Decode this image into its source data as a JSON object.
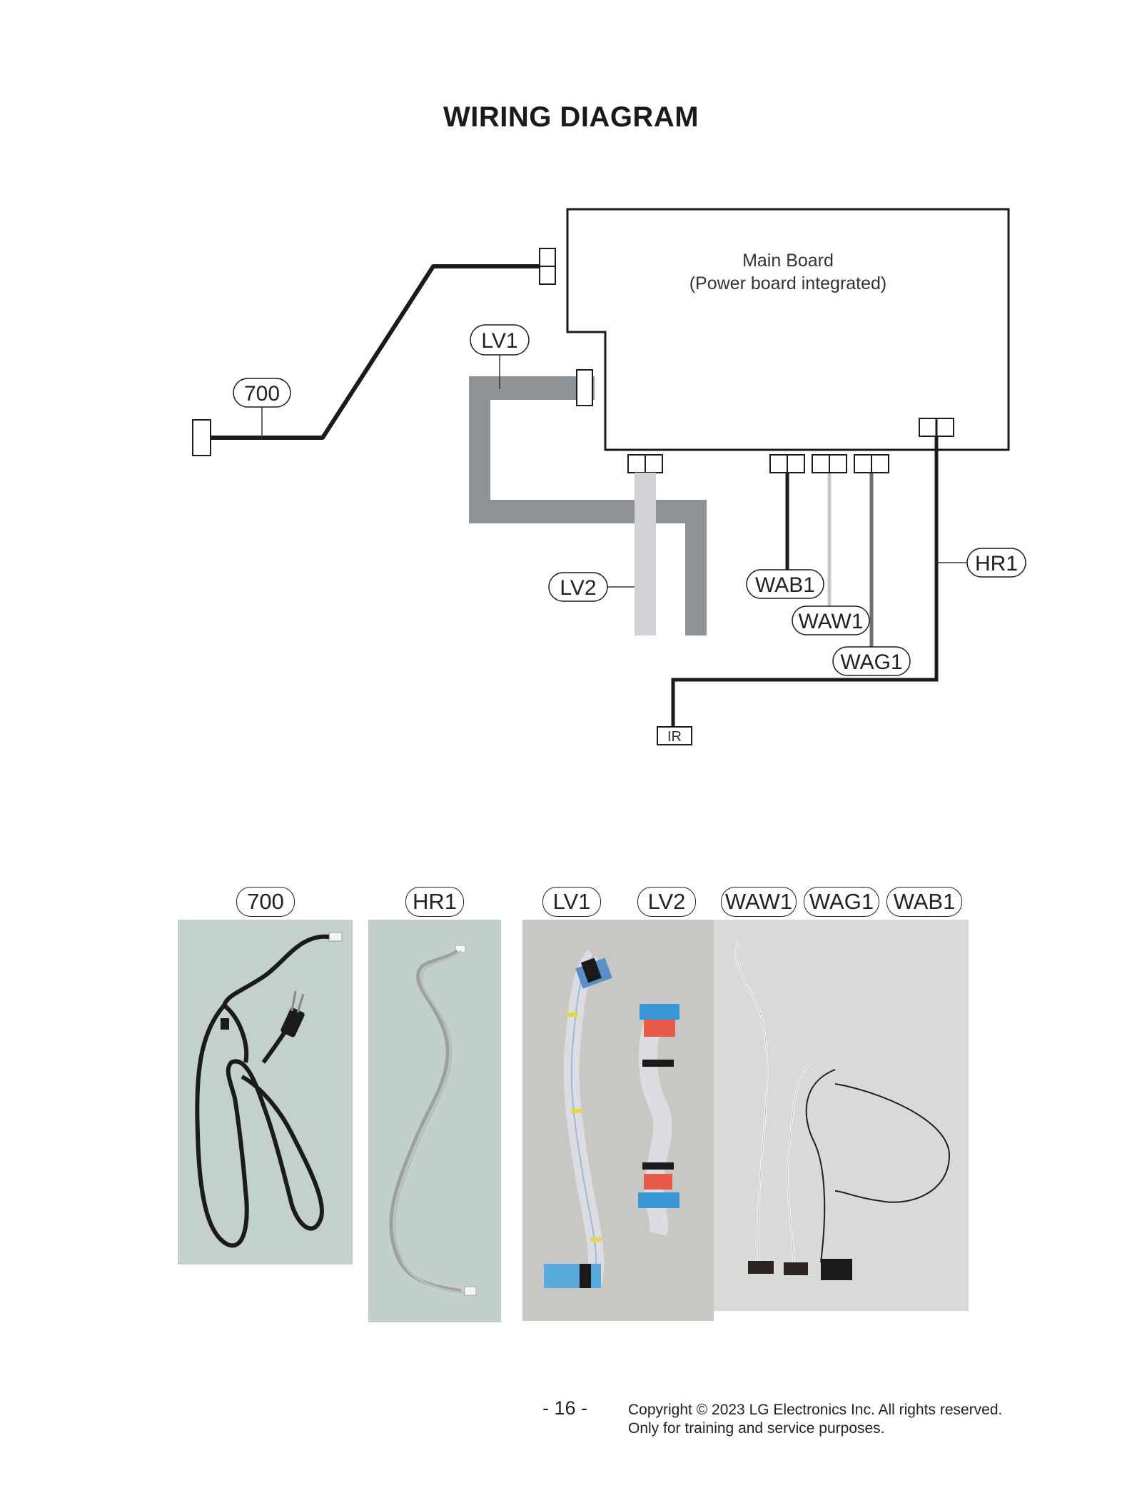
{
  "page": {
    "title": "WIRING DIAGRAM",
    "page_number": "- 16 -",
    "copyright_line1": "Copyright © 2023 LG Electronics Inc. All rights reserved.",
    "copyright_line2": "Only for training and service purposes."
  },
  "diagram": {
    "board_line1": "Main Board",
    "board_line2": "(Power board integrated)",
    "connectors": {
      "c700": "700",
      "lv1": "LV1",
      "lv2": "LV2",
      "wab1": "WAB1",
      "waw1": "WAW1",
      "wag1": "WAG1",
      "hr1": "HR1",
      "ir": "IR"
    },
    "colors": {
      "black_wire": "#1a1a1a",
      "lv1_cable": "#8d9296",
      "lv2_cable": "#d0d2d6",
      "waw1_wire": "#c8c8c8",
      "wag1_wire": "#6e6e6e"
    }
  },
  "photos": {
    "labels": {
      "c700": "700",
      "hr1": "HR1",
      "lv1": "LV1",
      "lv2": "LV2",
      "waw1": "WAW1",
      "wag1": "WAG1",
      "wab1": "WAB1"
    }
  }
}
